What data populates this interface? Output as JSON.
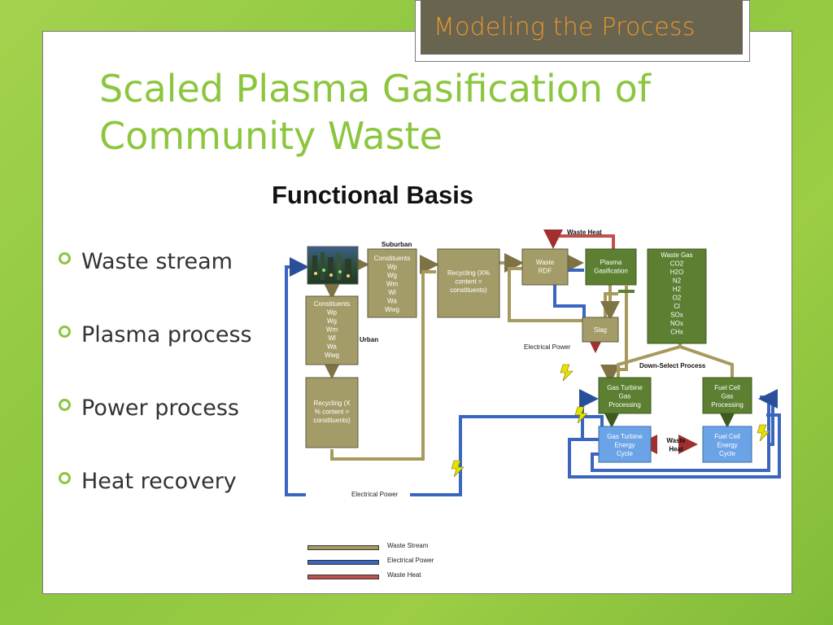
{
  "slide": {
    "section_tag": "Modeling the Process",
    "title": "Scaled Plasma Gasification of Community Waste",
    "subtitle": "Functional Basis",
    "bullets": [
      {
        "label": "Waste stream"
      },
      {
        "label": "Plasma process"
      },
      {
        "label": "Power process"
      },
      {
        "label": "Heat recovery"
      }
    ]
  },
  "diagram": {
    "suburban_label": "Suburban",
    "urban_label": "Urban",
    "waste_heat_top_label": "Waste Heat",
    "down_select_label": "Down-Select Process",
    "electrical_power_label": "Electrical Power",
    "electrical_power_bottom_label": "Electrical Power",
    "waste_heat_mid_label": "Waste Heat",
    "boxes": {
      "suburban_constituents": "Constituents\nWp\nWg\nWm\nWl\nWa\nWwg",
      "recycling_suburban": "Recycling (X%\ncontent =\nconstituents)",
      "waste_rdf": "Waste\nRDF",
      "plasma_gasification": "Plasma\nGasification",
      "waste_gas": "Waste Gas\nCO2\nH2O\nN2\nH2\nO2\nCl\nSOx\nNOx\nCHx",
      "slag": "Slag",
      "urban_constituents": "Constituents\nWp\nWg\nWm\nWl\nWa\nWwg",
      "recycling_urban": "Recycling (X\n% content =\nconstituents)",
      "gas_turbine_processing": "Gas Turbine\nGas\nProcessing",
      "fuel_cell_processing": "Fuel Cell\nGas\nProcessing",
      "gas_turbine_energy": "Gas Turbine\nEnergy\nCycle",
      "fuel_cell_energy": "Fuel Cell\nEnergy\nCycle"
    }
  },
  "legend": [
    {
      "label": "Waste  Stream",
      "color": "#a69a5e"
    },
    {
      "label": "Electrical Power",
      "color": "#3a66c0"
    },
    {
      "label": "Waste Heat",
      "color": "#c0504d"
    }
  ],
  "colors": {
    "accent_green": "#8cc63f",
    "tag_bg": "#68644f",
    "tag_text": "#e8962c",
    "tan_box": "#a49c68",
    "green_box": "#5c7f32",
    "blue_box": "#6ba4e6",
    "waste_stream_line": "#a69a5e",
    "power_line": "#3a66c0",
    "heat_line": "#c0504d"
  },
  "icons": {
    "bullet": "hollow-circle-bullet",
    "lightning": "lightning-bolt-icon",
    "city_photo": "city-skyline-image"
  }
}
